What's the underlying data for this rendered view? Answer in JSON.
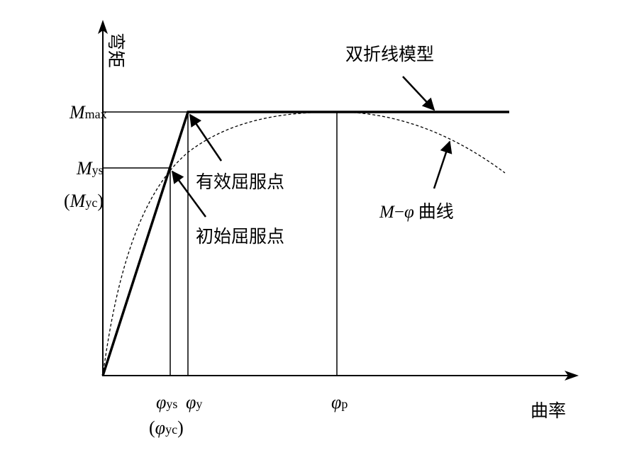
{
  "axes": {
    "y_label": "弯矩",
    "x_label": "曲率"
  },
  "y_ticks": {
    "m_max": {
      "main": "M",
      "sub": "max"
    },
    "m_ys": {
      "main": "M",
      "sub": "ys"
    },
    "m_yc": {
      "open": "(",
      "main": "M",
      "sub": "yc",
      "close": ")"
    }
  },
  "x_ticks": {
    "phi_ys": {
      "main": "φ",
      "sub": "ys"
    },
    "phi_y": {
      "main": "φ",
      "sub": "y"
    },
    "phi_p": {
      "main": "φ",
      "sub": "p"
    },
    "phi_yc": {
      "open": "(",
      "main": "φ",
      "sub": "yc",
      "close": ")"
    }
  },
  "annotations": {
    "bilinear": "双折线模型",
    "effective_yield": "有效屈服点",
    "initial_yield": "初始屈服点",
    "curve_m": "M",
    "curve_dash": "−",
    "curve_phi": "φ",
    "curve_text": "曲线"
  },
  "colors": {
    "line": "#000000"
  }
}
